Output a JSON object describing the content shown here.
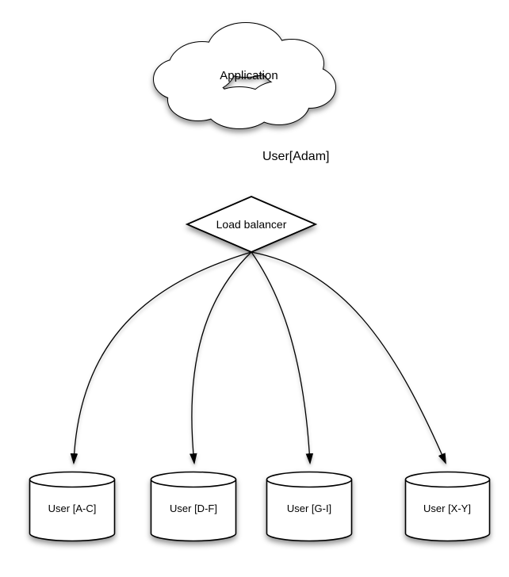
{
  "diagram": {
    "background": "#ffffff",
    "nodes": {
      "application": {
        "label": "Application",
        "shape": "cloud"
      },
      "load_balancer": {
        "label": "Load balancer",
        "shape": "diamond"
      },
      "shards": [
        {
          "label": "User [A-C]",
          "shape": "cylinder"
        },
        {
          "label": "User [D-F]",
          "shape": "cylinder"
        },
        {
          "label": "User [G-I]",
          "shape": "cylinder"
        },
        {
          "label": "User [X-Y]",
          "shape": "cylinder"
        }
      ]
    },
    "edges": {
      "application_to_balancer": {
        "label": "User[Adam]"
      }
    },
    "colors": {
      "shape_fill": "#ffffff",
      "line": "#000000",
      "text": "#000000"
    }
  }
}
